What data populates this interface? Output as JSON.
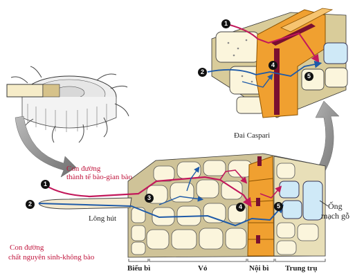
{
  "colors": {
    "apoplast_path": "#c2185b",
    "symplast_path": "#1e5aa8",
    "endodermis": "#f0a030",
    "caspari": "#7a1030",
    "xylem": "#cfe9f7",
    "cell_wall": "#e9dca8"
  },
  "labels": {
    "pathway_apoplast_line1": "Con đường",
    "pathway_apoplast_line2": "thành tế bào-gian bào",
    "pathway_symplast_line1": "Con đường",
    "pathway_symplast_line2": "chất nguyên sinh-không bào",
    "root_hair": "Lông hút",
    "casparian_strip": "Đai Caspari",
    "xylem_vessel_line1": "Ống",
    "xylem_vessel_line2": "mạch gỗ",
    "epidermis": "Biểu bì",
    "cortex": "Vỏ",
    "endodermis": "Nội bì",
    "stele": "Trung trụ"
  },
  "markers": {
    "m1": "1",
    "m2": "2",
    "m3": "3",
    "m4": "4",
    "m5": "5",
    "z1": "1",
    "z2": "2",
    "z4": "4",
    "z5": "5"
  },
  "icons": [
    "curved-arrow-icon",
    "flow-arrow-icon"
  ]
}
